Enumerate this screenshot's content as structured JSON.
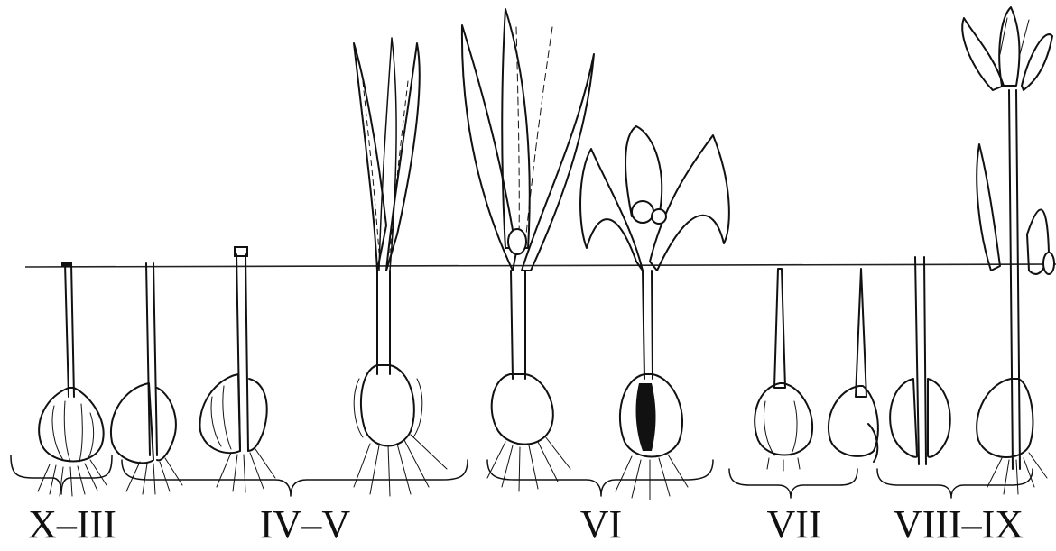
{
  "diagram": {
    "phases": [
      {
        "id": "x-iii",
        "label": "X–III"
      },
      {
        "id": "iv-v",
        "label": "IV–V"
      },
      {
        "id": "vi",
        "label": "VI"
      },
      {
        "id": "vii",
        "label": "VII"
      },
      {
        "id": "viii-ix",
        "label": "VIII–IX"
      }
    ]
  }
}
